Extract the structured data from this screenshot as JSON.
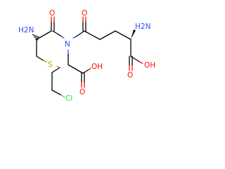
{
  "molecule": {
    "atoms": {
      "nh2_left": "H2N",
      "nh2_right": "H2N",
      "o_amide_left": "O",
      "o_amide_right": "O",
      "n_center": "N",
      "oh_acid_mid": "OH",
      "o_acid_mid": "O",
      "oh_acid_right": "OH",
      "o_acid_right": "O",
      "s_thioether": "S",
      "cl_terminal": "Cl"
    },
    "colors": {
      "carbon_bond": "#000000",
      "oxygen": "#ff0d0d",
      "nitrogen": "#3050f8",
      "sulfur": "#c6a000",
      "chlorine": "#1ff01f"
    }
  }
}
